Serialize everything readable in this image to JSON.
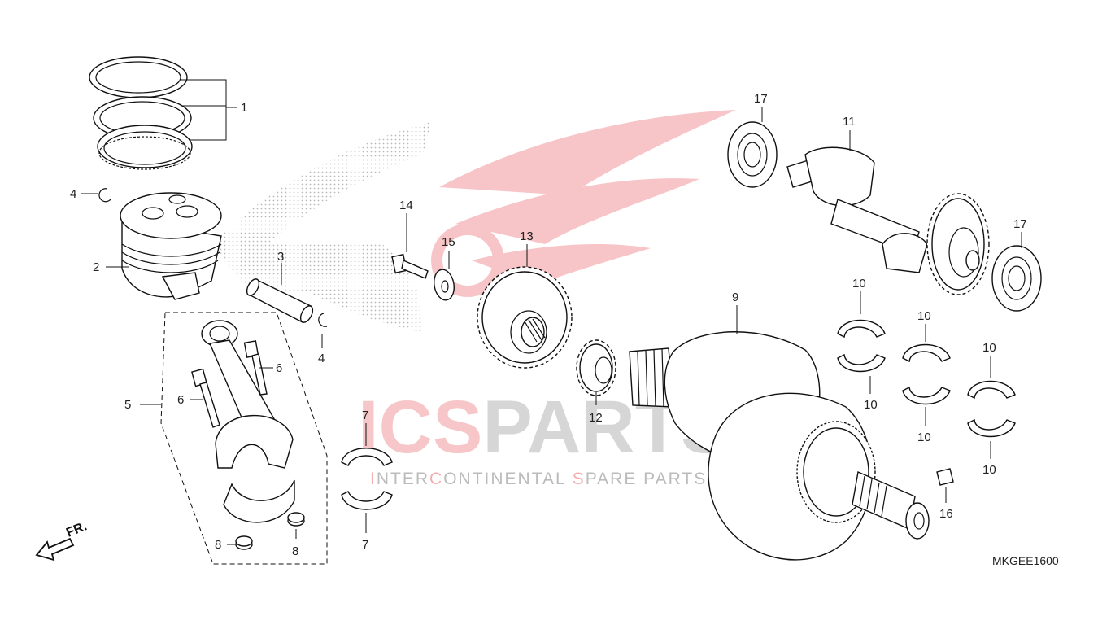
{
  "watermark": {
    "brand_a": "ICS",
    "brand_b": "PARTS",
    "tagline_a1": "I",
    "tagline_a2": "NTER",
    "tagline_b1": "C",
    "tagline_b2": "ONTINENTAL ",
    "tagline_c1": "S",
    "tagline_c2": "PARE PARTS",
    "accent_color": "#e3343a",
    "grey_color": "#cccccc"
  },
  "diagram_code": "MKGEE1600",
  "front_marker": "FR.",
  "callouts": [
    {
      "id": "c1",
      "text": "1"
    },
    {
      "id": "c2",
      "text": "2"
    },
    {
      "id": "c3",
      "text": "3"
    },
    {
      "id": "c4a",
      "text": "4"
    },
    {
      "id": "c4b",
      "text": "4"
    },
    {
      "id": "c5",
      "text": "5"
    },
    {
      "id": "c6a",
      "text": "6"
    },
    {
      "id": "c6b",
      "text": "6"
    },
    {
      "id": "c7a",
      "text": "7"
    },
    {
      "id": "c7b",
      "text": "7"
    },
    {
      "id": "c8a",
      "text": "8"
    },
    {
      "id": "c8b",
      "text": "8"
    },
    {
      "id": "c9",
      "text": "9"
    },
    {
      "id": "c10a",
      "text": "10"
    },
    {
      "id": "c10b",
      "text": "10"
    },
    {
      "id": "c10c",
      "text": "10"
    },
    {
      "id": "c10d",
      "text": "10"
    },
    {
      "id": "c10e",
      "text": "10"
    },
    {
      "id": "c10f",
      "text": "10"
    },
    {
      "id": "c11",
      "text": "11"
    },
    {
      "id": "c12",
      "text": "12"
    },
    {
      "id": "c13",
      "text": "13"
    },
    {
      "id": "c14",
      "text": "14"
    },
    {
      "id": "c15",
      "text": "15"
    },
    {
      "id": "c16",
      "text": "16"
    },
    {
      "id": "c17a",
      "text": "17"
    },
    {
      "id": "c17b",
      "text": "17"
    }
  ]
}
